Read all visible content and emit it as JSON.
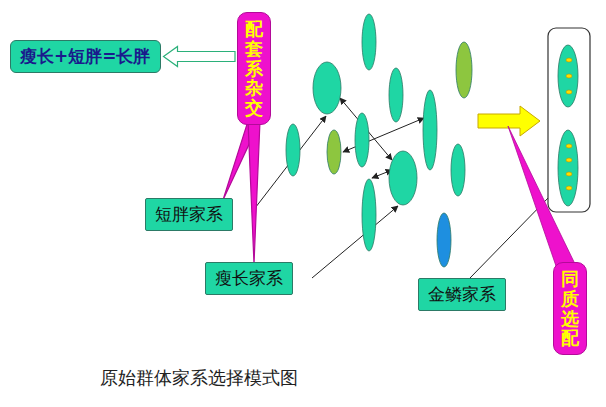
{
  "diagram": {
    "caption": "原始群体家系选择模式图",
    "nodes": [
      {
        "text": [
          "瘦长+短胖=长胖"
        ]
      },
      {
        "text": [
          "配套系杂交"
        ]
      },
      {
        "text": [
          "短胖家系"
        ]
      },
      {
        "text": [
          "瘦长家系"
        ]
      },
      {
        "text": [
          "金鳞家系"
        ]
      },
      {
        "text": [
          "同质选配"
        ]
      }
    ],
    "edges": [
      {
        "from": 1,
        "to": 0,
        "arrow": "to"
      },
      {
        "from": 1,
        "to": 2,
        "arrow": "none"
      },
      {
        "from": 1,
        "to": 3,
        "arrow": "none"
      }
    ]
  }
}
